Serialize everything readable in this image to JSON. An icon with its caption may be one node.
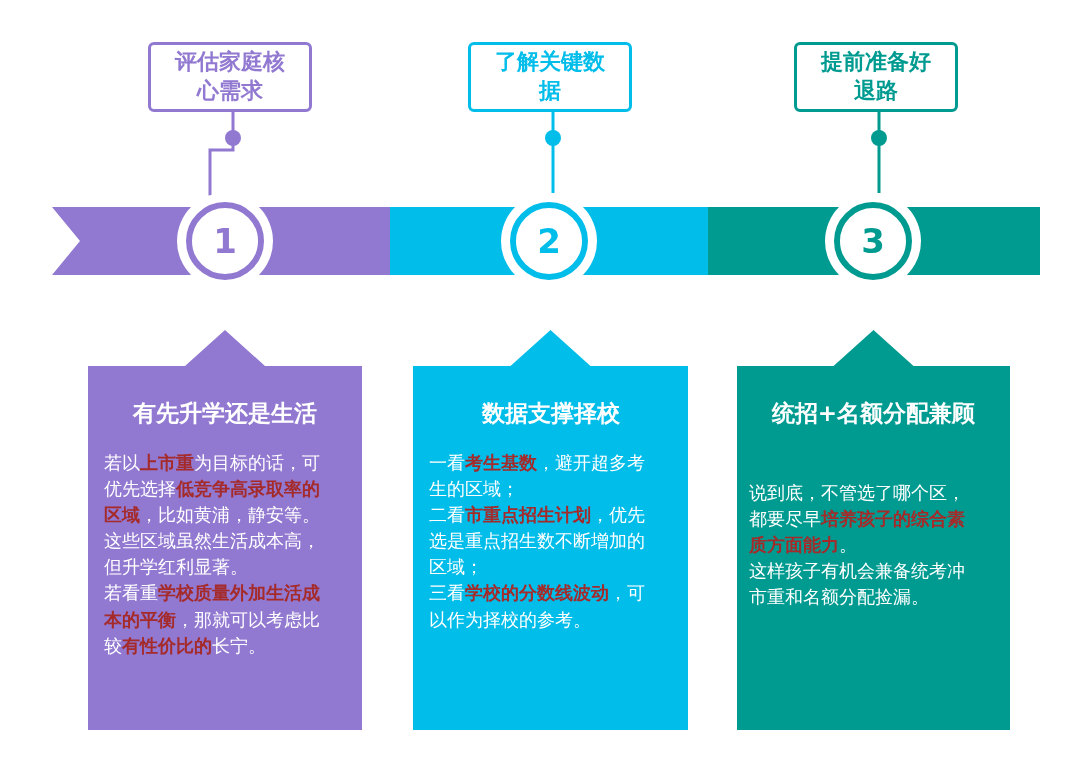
{
  "diagram": {
    "nodes": [
      {
        "text": [
          "评估家庭核心需求"
        ]
      },
      {
        "text": [
          "了解关键数据"
        ]
      },
      {
        "text": [
          "提前准备好退路"
        ]
      },
      {
        "text": [],
        "shape": "bar"
      },
      {
        "text": [
          "1"
        ]
      },
      {
        "text": [],
        "shape": "bar"
      },
      {
        "text": [
          "2"
        ]
      },
      {
        "text": [],
        "shape": "bar"
      },
      {
        "text": [
          "3"
        ]
      },
      {
        "text": [
          "有先升学还是生活",
          "若以**上市重**为目标的话，可优先选择**低竞争高录取率的区域**，比如黄浦，静安等。",
          "这些区域虽然生活成本高，但升学红利显著。",
          "若看重**学校质量外加生活成本的平衡**，那就可以考虑比较**有性价比的**长宁。"
        ]
      },
      {
        "text": [
          "数据支撑择校",
          "一看**考生基数**，避开超多考生的区域；",
          "二看**市重点招生计划**，优先选是重点招生数不断增加的区域；",
          "三看**学校的分数线波动**，可以作为择校的参考。"
        ]
      },
      {
        "text": [
          "统招+名额分配兼顾",
          "说到底，不管选了哪个区，都要尽早**培养孩子的综合素质方面能力**。",
          "这样孩子有机会兼备统考冲市重和名额分配捡漏。"
        ]
      }
    ],
    "edges": [
      {
        "from": 0,
        "to": 4,
        "arrow": "other",
        "color": "#9178d0"
      },
      {
        "from": 1,
        "to": 6,
        "arrow": "other",
        "color": "#00bdea"
      },
      {
        "from": 2,
        "to": 8,
        "arrow": "other",
        "color": "#009b90"
      }
    ]
  }
}
